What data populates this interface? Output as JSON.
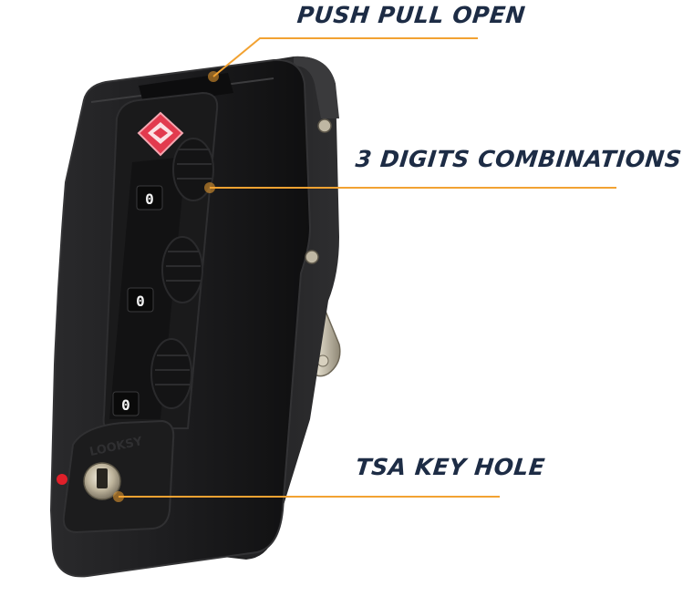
{
  "callouts": [
    {
      "label": "PUSH PULL OPEN"
    },
    {
      "label": "3 DIGITS COMBINATIONS"
    },
    {
      "label": "TSA KEY HOLE"
    }
  ],
  "lock": {
    "digits": [
      "0",
      "0",
      "0"
    ],
    "engraving": "LOOKSY"
  },
  "colors": {
    "callout_text": "#1d2c45",
    "callout_line": "#f2a232",
    "lock_body": "#1f1f21",
    "tsa_logo": "#e23a4e",
    "indicator_dot": "#e0202a"
  }
}
